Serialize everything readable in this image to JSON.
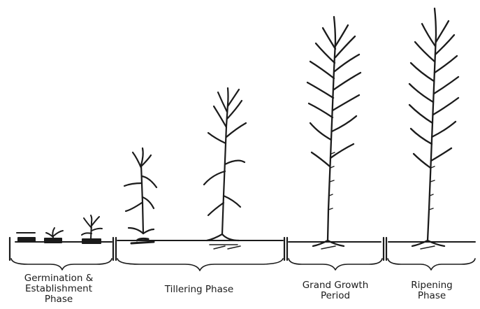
{
  "stages": [
    {
      "id": "germination",
      "lines": [
        "Germination &",
        "Establishment",
        "Phase"
      ]
    },
    {
      "id": "tillering",
      "lines": [
        "Tillering Phase"
      ]
    },
    {
      "id": "grand-growth",
      "lines": [
        "Grand Growth",
        "Period"
      ]
    },
    {
      "id": "ripening",
      "lines": [
        "Ripening",
        "Phase"
      ]
    }
  ],
  "colors": {
    "ink": "#1b1b1b",
    "background": "#ffffff"
  }
}
